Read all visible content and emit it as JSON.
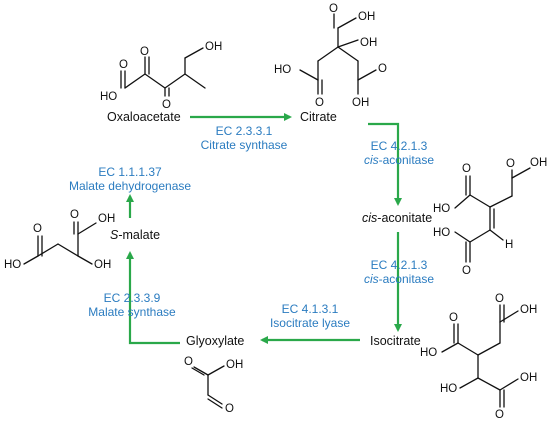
{
  "compounds": {
    "oxaloacetate": "Oxaloacetate",
    "citrate": "Citrate",
    "cis_aconitate_prefix": "cis",
    "cis_aconitate_suffix": "-aconitate",
    "isocitrate": "Isocitrate",
    "glyoxylate": "Glyoxylate",
    "malate_prefix": "S",
    "malate_suffix": "-malate"
  },
  "enzymes": {
    "citrate_synthase": {
      "ec": "EC 2.3.3.1",
      "name": "Citrate synthase"
    },
    "aconitase_1": {
      "ec": "EC 4.2.1.3",
      "name_prefix": "cis",
      "name_suffix": "-aconitase"
    },
    "aconitase_2": {
      "ec": "EC 4.2.1.3",
      "name_prefix": "cis",
      "name_suffix": "-aconitase"
    },
    "isocitrate_lyase": {
      "ec": "EC 4.1.3.1",
      "name": "Isocitrate lyase"
    },
    "malate_synthase": {
      "ec": "EC 2.3.3.9",
      "name": "Malate synthase"
    },
    "malate_dehydrogenase": {
      "ec": "EC 1.1.1.37",
      "name": "Malate dehydrogenase"
    }
  },
  "atoms": {
    "oh": "OH",
    "ho": "HO",
    "o": "O",
    "h": "H"
  },
  "colors": {
    "arrow": "#2aa84a",
    "enzyme_text": "#2b7cc0",
    "text": "#111111"
  }
}
